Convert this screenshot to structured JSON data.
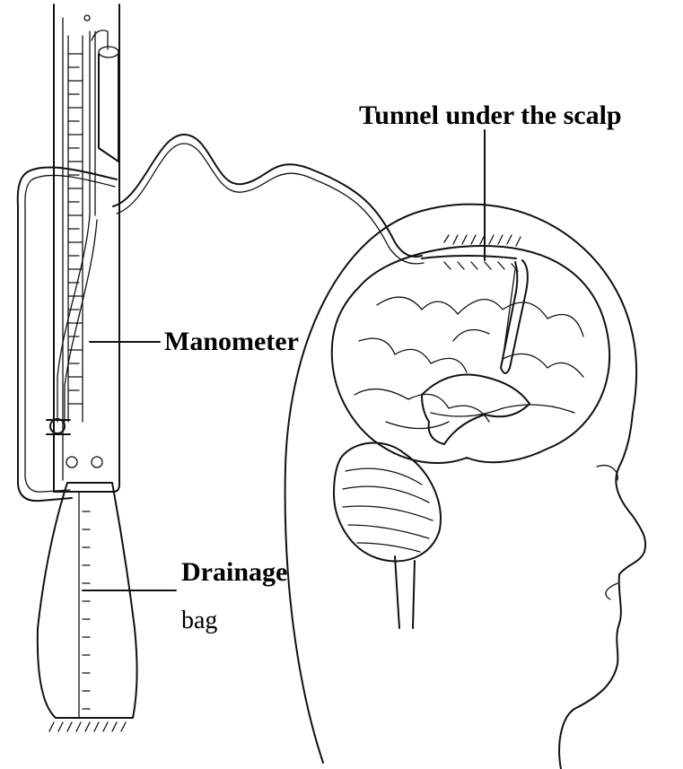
{
  "labels": {
    "tunnel": "Tunnel under the scalp",
    "manometer": "Manometer",
    "drainage": "Drainage",
    "bag": "bag"
  },
  "colors": {
    "ink": "#111111",
    "background": "#ffffff"
  }
}
